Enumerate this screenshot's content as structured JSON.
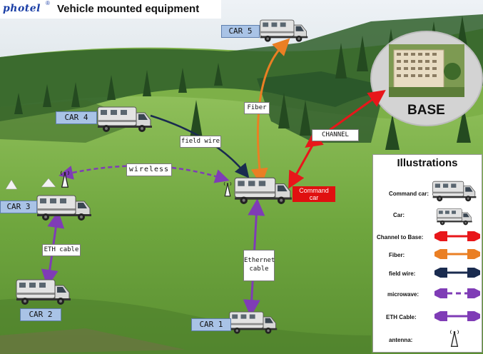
{
  "header": {
    "logo": "photel",
    "logo_mark": "®",
    "title": "Vehicle mounted equipment"
  },
  "cars": {
    "car5": "CAR 5",
    "car4": "CAR 4",
    "car3": "CAR 3",
    "car2": "CAR 2",
    "car1": "CAR 1"
  },
  "command_car": {
    "label_line1": "Command",
    "label_line2": "car"
  },
  "base": {
    "label": "BASE"
  },
  "links": {
    "fiber": "Fiber",
    "channel": "CHANNEL",
    "field_wire": "field wire",
    "wireless": "wireless",
    "eth_cable": "ETH cable",
    "ethernet_line1": "Ethernet",
    "ethernet_line2": "cable"
  },
  "legend": {
    "title": "Illustrations",
    "items": [
      {
        "label": "Command car:",
        "icon": "command-car-truck-icon"
      },
      {
        "label": "Car:",
        "icon": "car-truck-icon"
      },
      {
        "label": "Channel to Base:",
        "color": "#e8161a"
      },
      {
        "label": "Fiber:",
        "color": "#ea7f24"
      },
      {
        "label": "field wire:",
        "color": "#1a2b4f"
      },
      {
        "label": "microwave:",
        "color": "#7f3cb6"
      },
      {
        "label": "ETH Cable:",
        "color": "#7f3cb6"
      },
      {
        "label": "antenna:",
        "icon": "antenna-icon"
      }
    ]
  },
  "colors": {
    "channel": "#e8161a",
    "fiber": "#ea7f24",
    "field_wire": "#1a2b4f",
    "wireless": "#7f3cb6",
    "eth": "#7f3cb6",
    "car_label_bg": "#a9c3e6"
  }
}
